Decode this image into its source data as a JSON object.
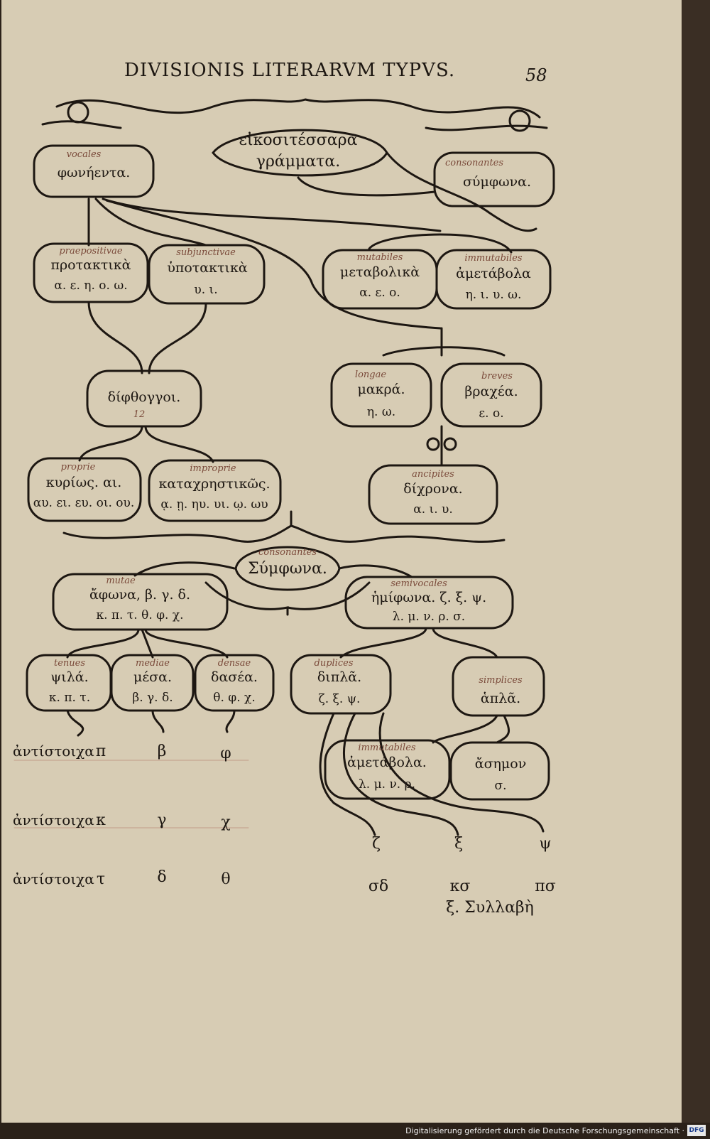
{
  "header": {
    "title": "DIVISIONIS LITERARVM TYPVS.",
    "page_number": "58"
  },
  "footer": {
    "credit": "Digitalisierung gefördert durch die Deutsche Forschungsgemeinschaft ·",
    "logo": "DFG"
  },
  "nodes": {
    "root": {
      "line1": "εἰκοσιτέσσαρα",
      "line2": "γράμματα."
    },
    "vocales": {
      "note": "vocales",
      "text": "φωνήεντα."
    },
    "consonantes_top": {
      "note": "consonantes",
      "text": "σύμφωνα."
    },
    "protaktika": {
      "note": "praepositivae",
      "text": "προτακτικὰ",
      "letters": "α. ε. η. ο. ω."
    },
    "hypotaktika": {
      "note": "subjunctivae",
      "text": "ὑποτακτικὰ",
      "letters": "υ. ι."
    },
    "metabolika": {
      "note": "mutabiles",
      "text": "μεταβολικὰ",
      "letters": "α. ε. ο."
    },
    "ametabola_top": {
      "note": "immutabiles",
      "text": "ἀμετάβολα",
      "letters": "η. ι. υ. ω."
    },
    "diphthongoi": {
      "text": "δίφθογγοι.",
      "mark": "12"
    },
    "makra": {
      "note": "longae",
      "text": "μακρά.",
      "letters": "η. ω."
    },
    "bracheia": {
      "note": "breves",
      "text": "βραχέα.",
      "letters": "ε. ο."
    },
    "kyrios": {
      "note": "proprie",
      "text": "κυρίως. αι.",
      "letters": "αυ. ει. ευ. οι. ου."
    },
    "katachrestikos": {
      "note": "improprie",
      "text": "καταχρηστικῶς.",
      "letters": "ᾳ. ῃ. ηυ. υι. ῳ. ωυ"
    },
    "dichrona": {
      "note": "ancipites",
      "text": "δίχρονα.",
      "letters": "α. ι. υ."
    },
    "symphona_mid": {
      "note": "consonantes",
      "text": "Σύμφωνα."
    },
    "aphona": {
      "note": "mutae",
      "text": "ἄφωνα, β. γ. δ.",
      "letters": "κ. π. τ. θ. φ. χ."
    },
    "hemiphona": {
      "note": "semivocales",
      "text": "ἡμίφωνα. ζ. ξ. ψ.",
      "letters": "λ. μ. ν. ρ. σ."
    },
    "psila": {
      "note": "tenues",
      "text": "ψιλά.",
      "letters": "κ. π. τ."
    },
    "mesa": {
      "note": "mediae",
      "text": "μέσα.",
      "letters": "β. γ. δ."
    },
    "dasea": {
      "note": "densae",
      "text": "δασέα.",
      "letters": "θ. φ. χ."
    },
    "dipla": {
      "note": "duplices",
      "text": "διπλᾶ.",
      "letters": "ζ. ξ. ψ."
    },
    "hapla": {
      "note": "simplices",
      "text": "ἁπλᾶ."
    },
    "ametabola_bottom": {
      "note": "immutabiles",
      "text": "ἀμετάβολα.",
      "letters": "λ. μ. ν. ρ."
    },
    "asemon": {
      "text": "ἄσημον",
      "letters": "σ."
    }
  },
  "antistoicha": {
    "label": "ἀντίστοιχα",
    "rows": [
      {
        "a": "π",
        "b": "β",
        "c": "φ"
      },
      {
        "a": "κ",
        "b": "γ",
        "c": "χ"
      },
      {
        "a": "τ",
        "b": "δ",
        "c": "θ"
      }
    ]
  },
  "doubles": {
    "letters": [
      "ζ",
      "ξ",
      "ψ"
    ],
    "components": [
      "σδ",
      "κσ",
      "πσ"
    ],
    "footnote": "ξ. Συλλαβὴ"
  }
}
